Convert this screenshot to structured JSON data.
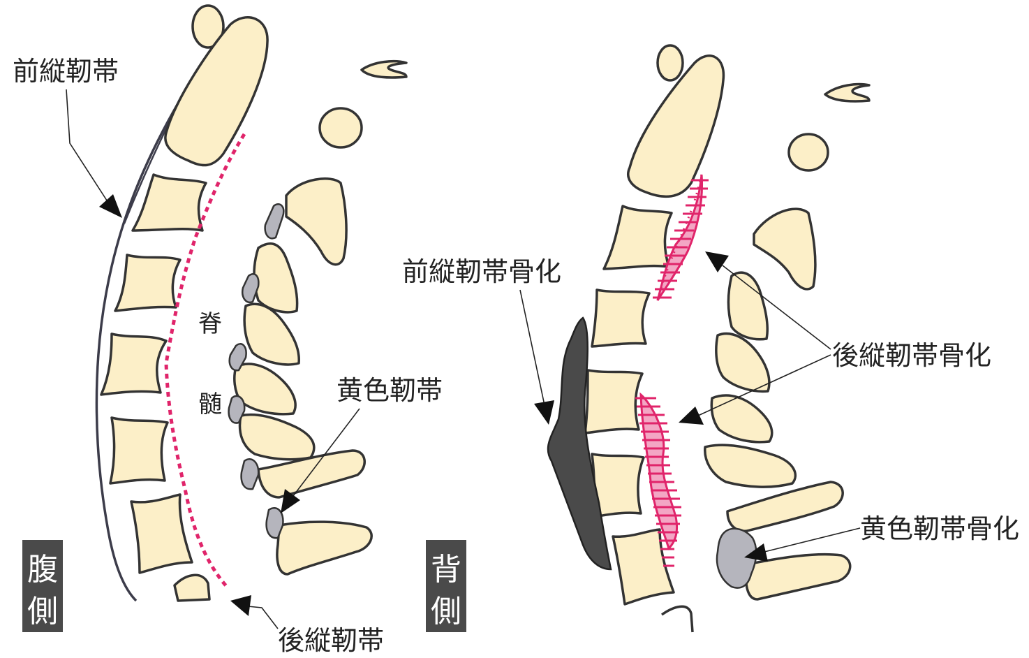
{
  "labels": {
    "anterior_ligament": "前縦靭帯",
    "spinal_cord_1": "脊",
    "spinal_cord_2": "髄",
    "ligamentum_flavum": "黄色靭帯",
    "posterior_ligament": "後縦靭帯",
    "ventral_1": "腹",
    "ventral_2": "側",
    "dorsal_1": "背",
    "dorsal_2": "側",
    "anterior_ossification": "前縦靭帯骨化",
    "posterior_ossification": "後縦靭帯骨化",
    "flavum_ossification": "黄色靭帯骨化"
  },
  "colors": {
    "bone_fill": "#fcefc8",
    "outline": "#333333",
    "ligament_pink": "#e0246a",
    "ossified_pink_fill": "#f3a6c4",
    "ossified_dark": "#4a4a4a",
    "flavum_gray": "#b5b5bd",
    "label_box": "#4a4a4a"
  }
}
